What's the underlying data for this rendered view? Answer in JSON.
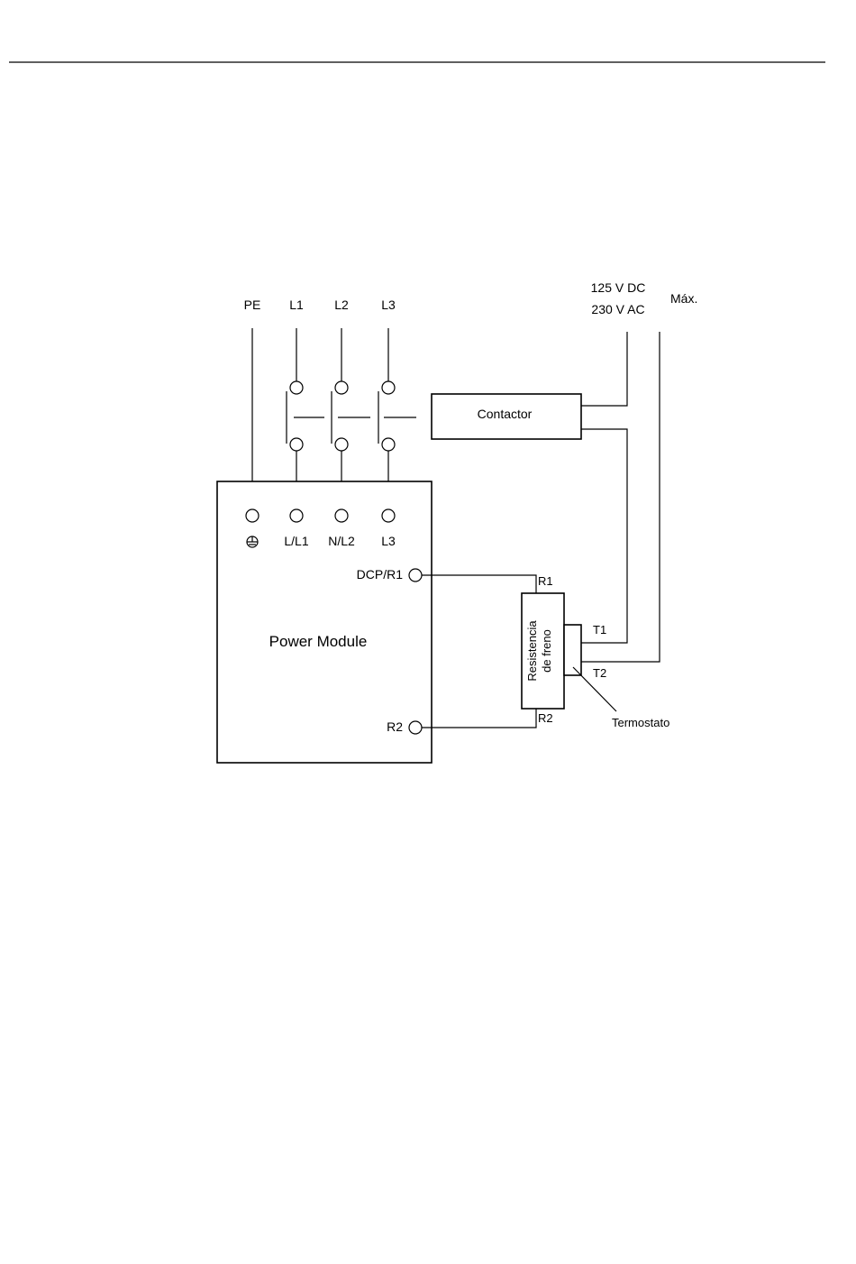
{
  "supply": {
    "pe": "PE",
    "l1": "L1",
    "l2": "L2",
    "l3": "L3"
  },
  "control_voltage": {
    "dc": "125 V DC",
    "ac": "230 V AC",
    "max": "Máx."
  },
  "contactor": {
    "label": "Contactor"
  },
  "power_module": {
    "label": "Power Module",
    "terminals": {
      "ground_symbol": "⏚",
      "l_l1": "L/L1",
      "n_l2": "N/L2",
      "l3": "L3",
      "dcp_r1": "DCP/R1",
      "r2": "R2"
    }
  },
  "brake_resistor": {
    "label_line1": "Resistencia",
    "label_line2": "de freno",
    "r1": "R1",
    "r2": "R2"
  },
  "thermostat": {
    "t1": "T1",
    "t2": "T2",
    "label": "Termostato"
  }
}
